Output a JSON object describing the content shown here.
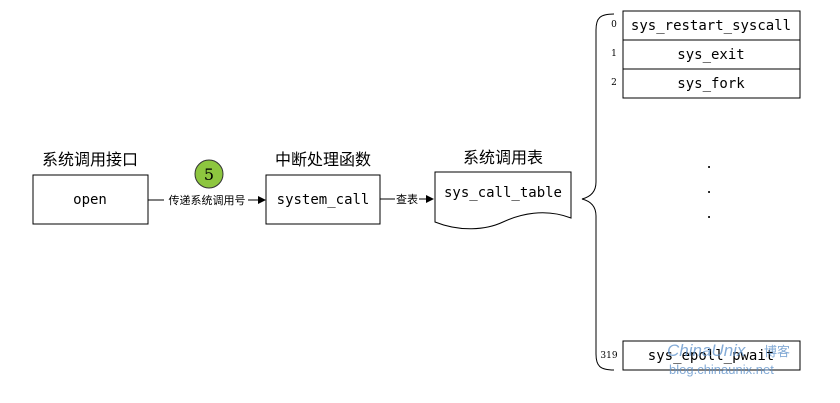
{
  "labels": {
    "open_title": "系统调用接口",
    "interrupt_title": "中断处理函数",
    "table_title": "系统调用表"
  },
  "boxes": {
    "open": "open",
    "system_call": "system_call",
    "sys_call_table": "sys_call_table"
  },
  "arrows": {
    "pass_label": "传递系统调用号",
    "lookup_label": "查表"
  },
  "syscall_number": "5",
  "syscall_table": [
    {
      "index": "0",
      "name": "sys_restart_syscall"
    },
    {
      "index": "1",
      "name": "sys_exit"
    },
    {
      "index": "2",
      "name": "sys_fork"
    },
    {
      "index": "319",
      "name": "sys_epoll_pwait"
    }
  ],
  "ellipsis": ".",
  "watermark": {
    "brand": "ChinaUnix",
    "suffix": "博客",
    "url": "blog.chinaunix.net"
  },
  "colors": {
    "badge_fill": "#8dc63f",
    "watermark": "#5b8fc9"
  }
}
